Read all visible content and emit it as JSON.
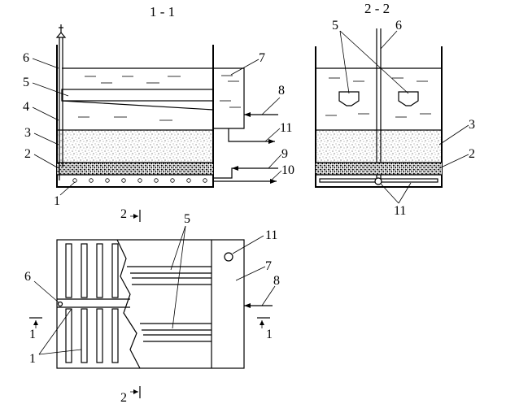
{
  "sections": {
    "s11": "1 - 1",
    "s22": "2 - 2"
  },
  "cut_marks": {
    "top": "2",
    "bottom": "2",
    "left": "1",
    "right": "1"
  },
  "view11_labels": [
    "6",
    "5",
    "4",
    "3",
    "2",
    "1",
    "7",
    "8",
    "11",
    "9",
    "10"
  ],
  "view22_labels": [
    "5",
    "6",
    "3",
    "2",
    "11"
  ],
  "plan_labels": [
    "11",
    "5",
    "7",
    "8",
    "6",
    "1"
  ],
  "colors": {
    "line": "#000000",
    "background": "#ffffff"
  }
}
